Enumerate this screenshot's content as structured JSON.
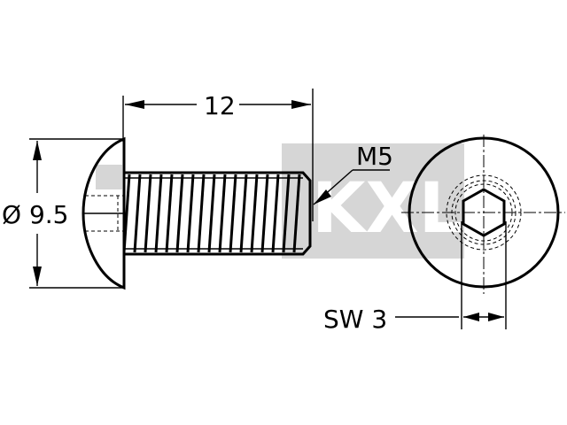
{
  "drawing": {
    "length_label": "12",
    "head_diameter_label": "Ø 9.5",
    "thread_label": "M5",
    "socket_label": "SW 3",
    "watermark_text": "KXL"
  },
  "colors": {
    "line": "#000000",
    "watermark": "#c8c8c8",
    "background": "#ffffff"
  }
}
